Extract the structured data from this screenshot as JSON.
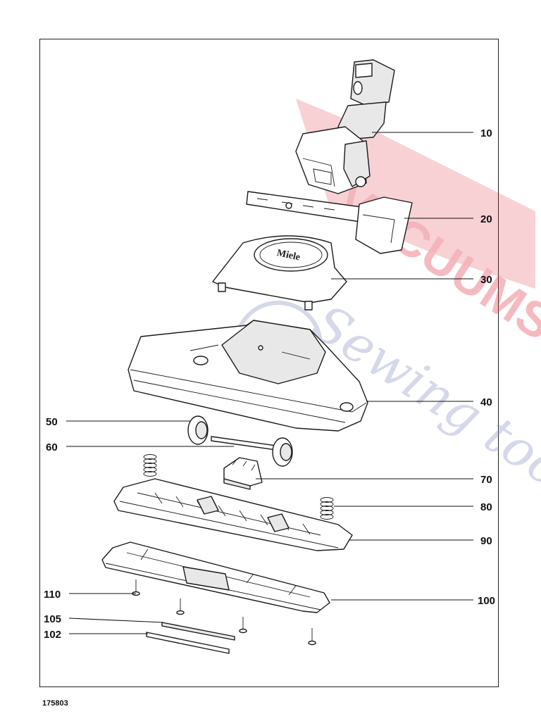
{
  "document_number": "175803",
  "brand_mark": "Miele",
  "watermark_text": "VACUUMS & Sewing tools",
  "watermark_color": "#e0263a",
  "watermark_color_secondary": "#8a8fc4",
  "callouts": [
    {
      "label": "10",
      "side": "right"
    },
    {
      "label": "20",
      "side": "right"
    },
    {
      "label": "30",
      "side": "right"
    },
    {
      "label": "40",
      "side": "right"
    },
    {
      "label": "50",
      "side": "left"
    },
    {
      "label": "60",
      "side": "left"
    },
    {
      "label": "70",
      "side": "right"
    },
    {
      "label": "80",
      "side": "right"
    },
    {
      "label": "90",
      "side": "right"
    },
    {
      "label": "100",
      "side": "right"
    },
    {
      "label": "110",
      "side": "left"
    },
    {
      "label": "105",
      "side": "left"
    },
    {
      "label": "102",
      "side": "left"
    }
  ]
}
